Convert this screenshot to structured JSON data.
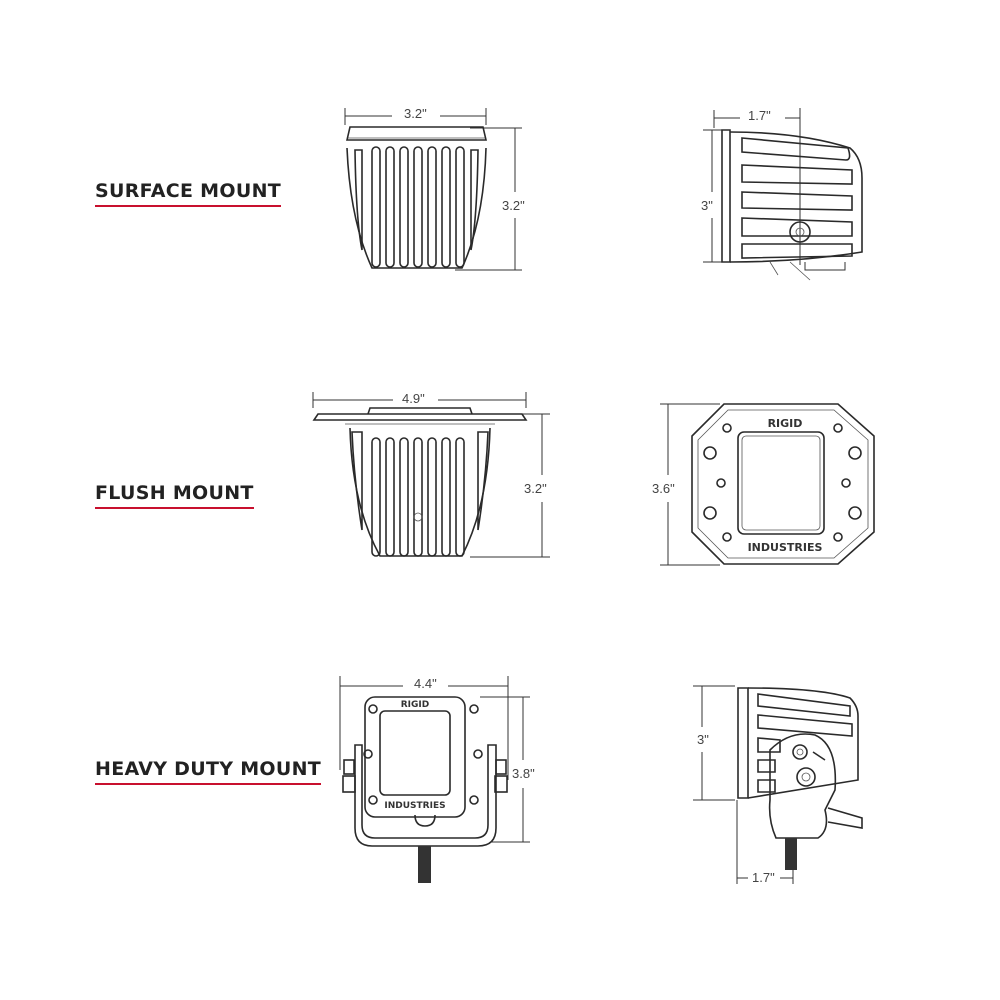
{
  "accent_color": "#c8102e",
  "rows": [
    {
      "label": "SURFACE MOUNT",
      "front_view": {
        "width": "3.2\"",
        "height": "3.2\""
      },
      "side_view": {
        "depth": "1.7\"",
        "height": "3\""
      }
    },
    {
      "label": "FLUSH MOUNT",
      "front_view": {
        "width": "4.9\"",
        "height": "3.2\""
      },
      "face_view": {
        "height": "3.6\"",
        "brand_top": "RIGID",
        "brand_bottom": "INDUSTRIES"
      }
    },
    {
      "label": "HEAVY DUTY MOUNT",
      "front_view": {
        "width": "4.4\"",
        "height": "3.8\"",
        "brand_top": "RIGID",
        "brand_bottom": "INDUSTRIES"
      },
      "side_view": {
        "height": "3\"",
        "depth": "1.7\""
      }
    }
  ]
}
